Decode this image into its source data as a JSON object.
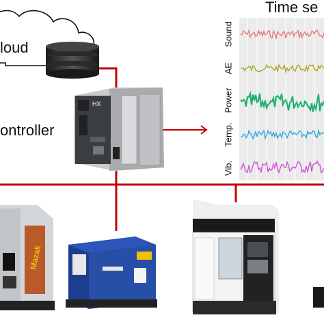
{
  "diagram": {
    "cloud_label": "loud",
    "controller_label": "ontroller",
    "time_series_title": "Time se",
    "signals": [
      {
        "label": "Sound",
        "color": "#e8787a"
      },
      {
        "label": "AE",
        "color": "#a8a820"
      },
      {
        "label": "Power",
        "color": "#20b070"
      },
      {
        "label": "Temp.",
        "color": "#2aa8e0"
      },
      {
        "label": "Vib.",
        "color": "#d050d8"
      }
    ],
    "colors": {
      "network_line": "#c00000",
      "plot_background": "#ebebeb",
      "plot_grid": "#ffffff"
    },
    "icons": [
      "cloud-icon",
      "database-icon",
      "plc-controller-icon",
      "arrow-icon",
      "cnc-machine-icon",
      "generator-icon"
    ]
  }
}
